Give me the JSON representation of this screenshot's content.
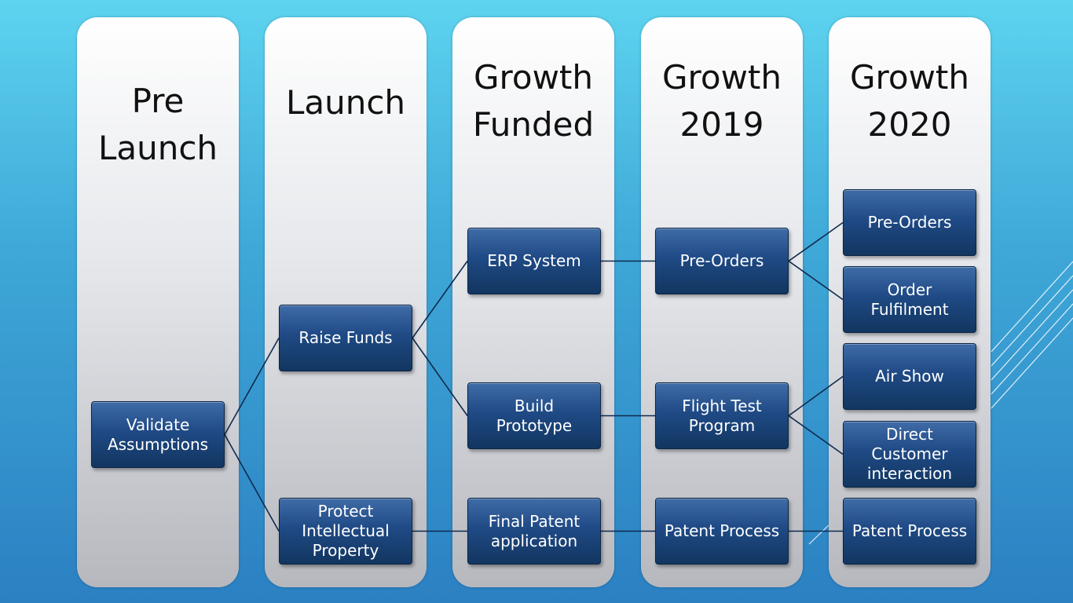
{
  "colors": {
    "background_top": "#5ed4f0",
    "background_bottom": "#2b80c2",
    "column_fill": "#e4e6ea",
    "node_fill": "#1f4a85",
    "node_text": "#ffffff",
    "connector": "#0f2b4e"
  },
  "columns": [
    {
      "title": "Pre\nLaunch"
    },
    {
      "title": "Launch"
    },
    {
      "title": "Growth\nFunded"
    },
    {
      "title": "Growth\n2019"
    },
    {
      "title": "Growth\n2020"
    }
  ],
  "nodes": {
    "validate_assumptions": "Validate\nAssumptions",
    "raise_funds": "Raise Funds",
    "protect_ip": "Protect\nIntellectual\nProperty",
    "erp_system": "ERP System",
    "build_prototype": "Build\nPrototype",
    "final_patent_application": "Final Patent\napplication",
    "pre_orders_2019": "Pre-Orders",
    "flight_test_program": "Flight Test\nProgram",
    "patent_process_2019": "Patent Process",
    "pre_orders_2020": "Pre-Orders",
    "order_fulfilment": "Order\nFulfilment",
    "air_show": "Air Show",
    "direct_customer_interaction": "Direct\nCustomer\ninteraction",
    "patent_process_2020": "Patent Process"
  },
  "connections": [
    [
      "validate_assumptions",
      "raise_funds"
    ],
    [
      "validate_assumptions",
      "protect_ip"
    ],
    [
      "raise_funds",
      "erp_system"
    ],
    [
      "raise_funds",
      "build_prototype"
    ],
    [
      "protect_ip",
      "final_patent_application"
    ],
    [
      "erp_system",
      "pre_orders_2019"
    ],
    [
      "build_prototype",
      "flight_test_program"
    ],
    [
      "final_patent_application",
      "patent_process_2019"
    ],
    [
      "pre_orders_2019",
      "pre_orders_2020"
    ],
    [
      "pre_orders_2019",
      "order_fulfilment"
    ],
    [
      "flight_test_program",
      "air_show"
    ],
    [
      "flight_test_program",
      "direct_customer_interaction"
    ],
    [
      "patent_process_2019",
      "patent_process_2020"
    ]
  ]
}
